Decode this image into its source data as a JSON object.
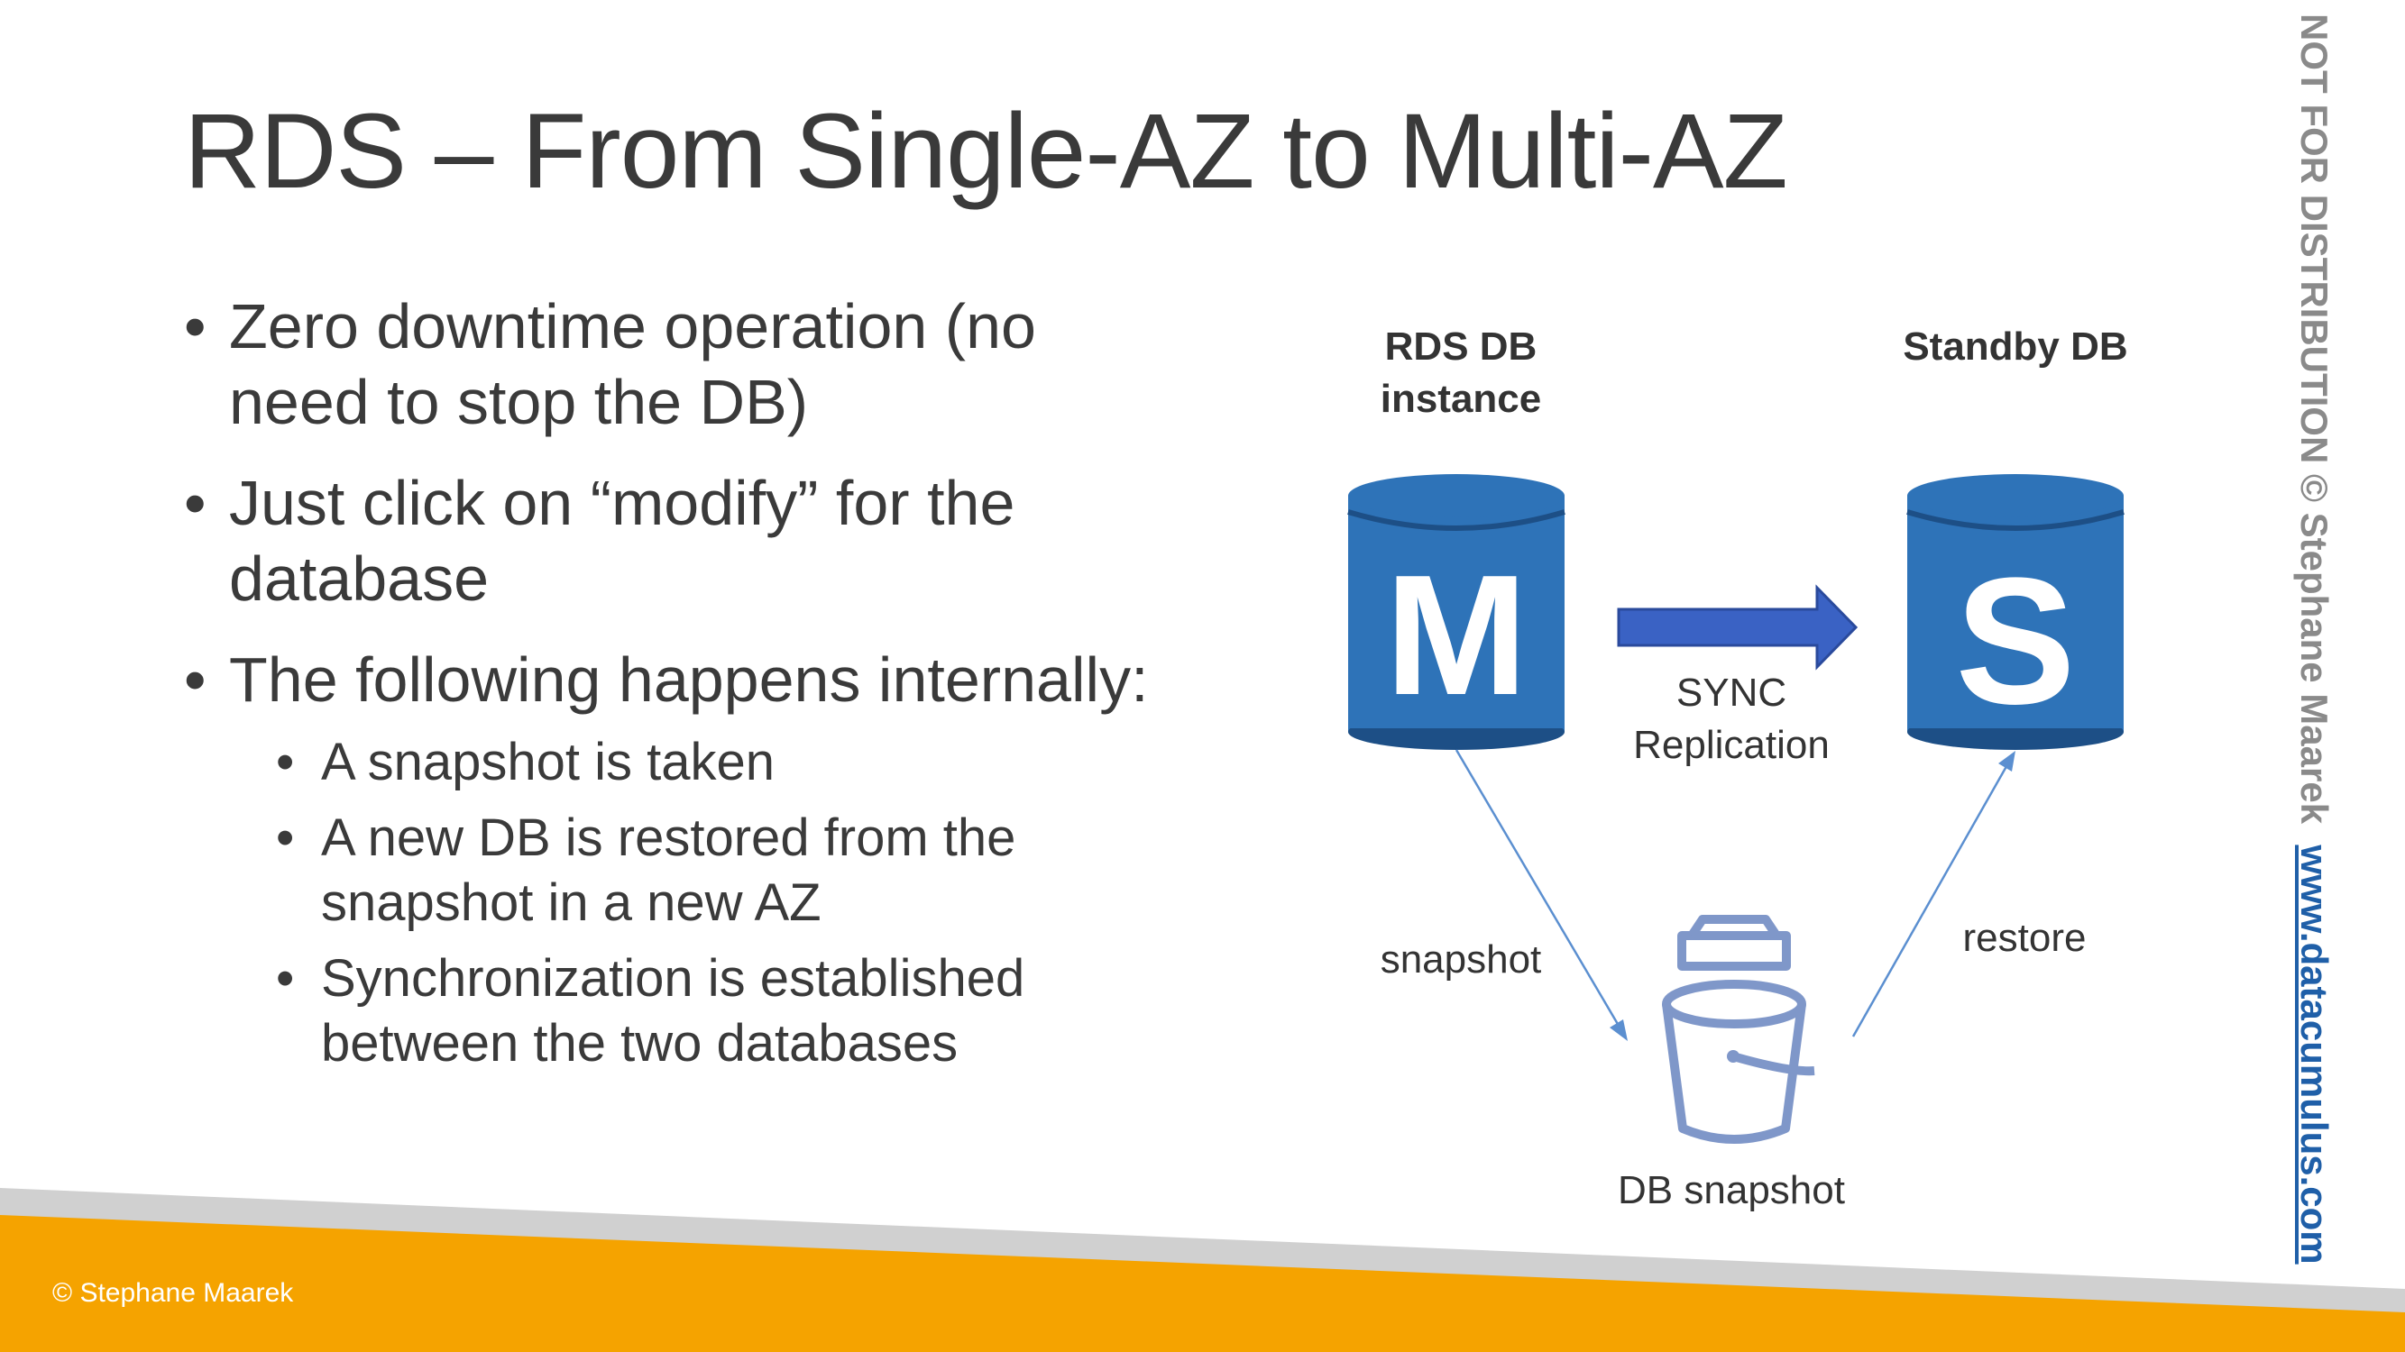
{
  "slide": {
    "title": "RDS – From Single-AZ to Multi-AZ",
    "bullets": [
      "Zero downtime operation (no need to stop the DB)",
      "Just click on “modify” for the database",
      "The following happens internally:"
    ],
    "sub_bullets": [
      "A snapshot is taken",
      "A new DB is restored from the snapshot in a new AZ",
      "Synchronization is established between the two databases"
    ]
  },
  "diagram": {
    "primary_label_line1": "RDS DB",
    "primary_label_line2": "instance",
    "primary_letter": "M",
    "standby_label": "Standby DB",
    "standby_letter": "S",
    "sync_line1": "SYNC",
    "sync_line2": "Replication",
    "snapshot_edge": "snapshot",
    "restore_edge": "restore",
    "bucket_label": "DB snapshot"
  },
  "footer": {
    "copyright": "© Stephane Maarek",
    "watermark_text": "NOT FOR DISTRIBUTION © Stephane Maarek",
    "watermark_url": "www.datacumulus.com"
  },
  "colors": {
    "db_blue": "#2e73b8",
    "db_dark": "#1d4f86",
    "arrow_blue": "#3a62c4",
    "bucket_blue": "#7f97c9",
    "footer_orange": "#f5a300",
    "footer_gray": "#d0d0d0"
  }
}
